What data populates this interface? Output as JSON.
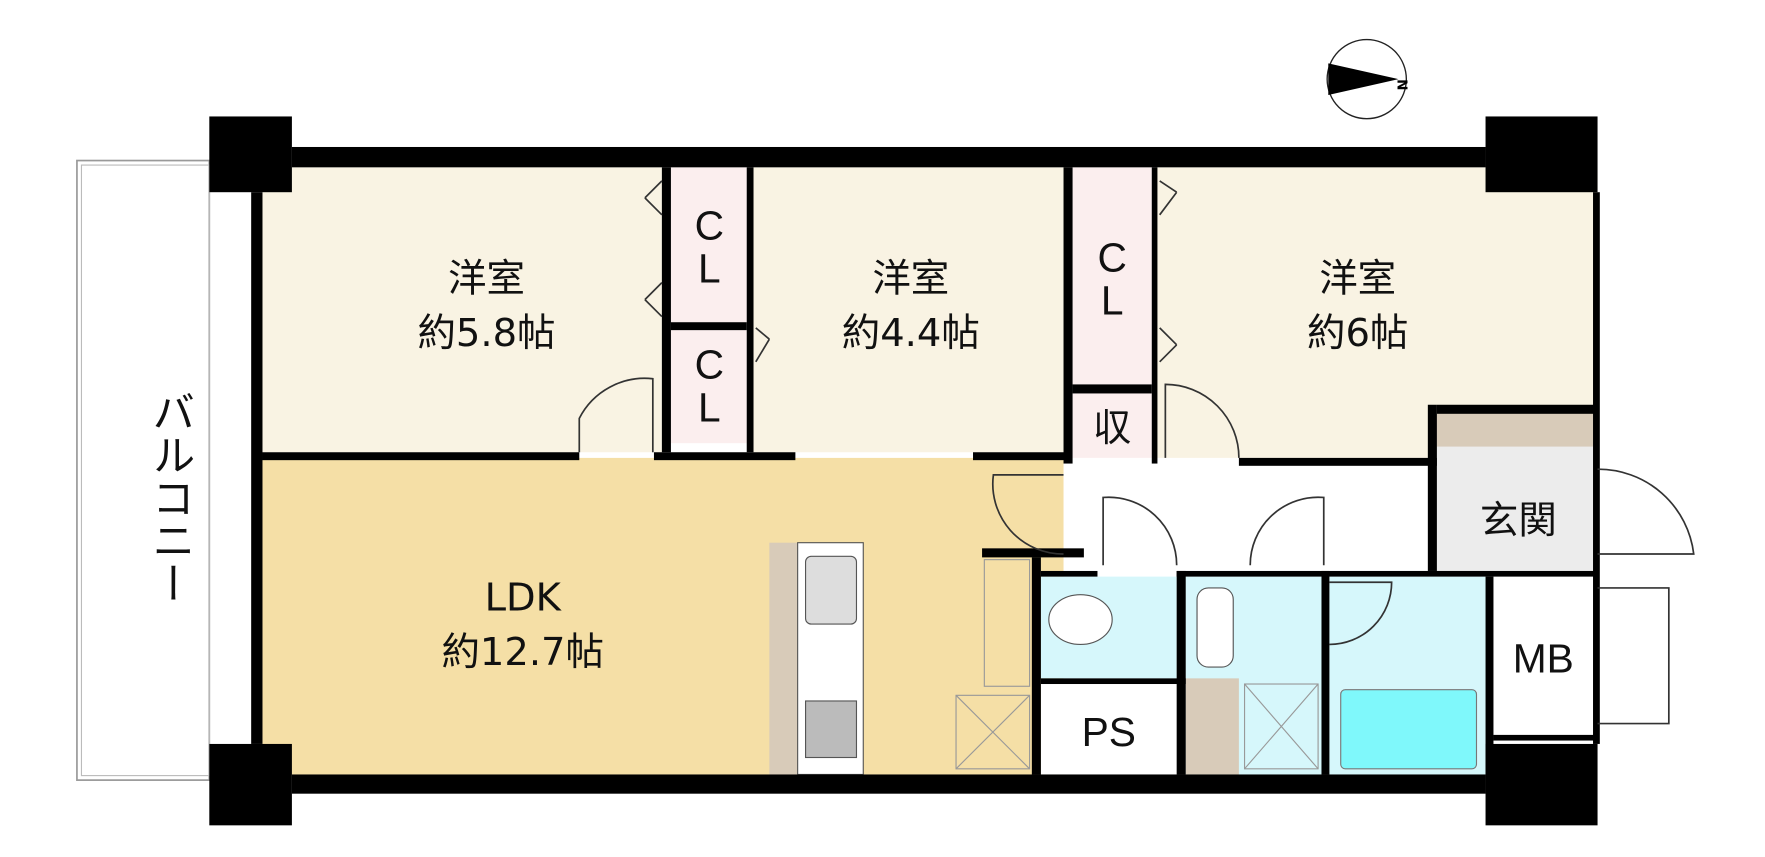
{
  "compass": {
    "label": "N"
  },
  "balcony": {
    "label": "バルコニー"
  },
  "rooms": [
    {
      "name": "洋室",
      "size": "約5.8帖"
    },
    {
      "name": "洋室",
      "size": "約4.4帖"
    },
    {
      "name": "洋室",
      "size": "約6帖"
    },
    {
      "name": "LDK",
      "size": "約12.7帖"
    }
  ],
  "closets": {
    "cl_top": [
      "C",
      "L"
    ],
    "cl_bottom": [
      "C",
      "L"
    ],
    "cl_right": [
      "C",
      "L"
    ],
    "storage": "収"
  },
  "entrance": {
    "label": "玄関"
  },
  "ps": {
    "label": "PS"
  },
  "mb": {
    "label": "MB"
  },
  "colors": {
    "western_room": "#f9f3e3",
    "ldk": "#f5dfa6",
    "closet": "#fbeeee",
    "wet_area": "#d6f7fb",
    "bathtub": "#7ff8fb",
    "wall": "#000000"
  }
}
